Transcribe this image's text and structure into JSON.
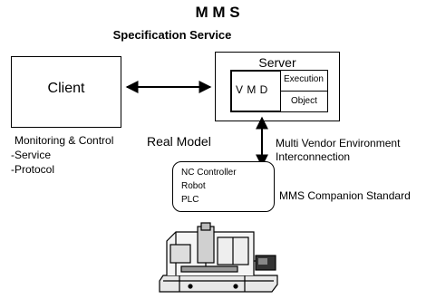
{
  "header": {
    "title": "M M S",
    "subtitle": "Specification Service"
  },
  "client": {
    "label": "Client",
    "caption_title": "Monitoring & Control",
    "caption_items": [
      "-Service",
      "-Protocol"
    ]
  },
  "server": {
    "label": "Server",
    "vmd_label": "V M D",
    "execution_label": "Execution",
    "object_label": "Object"
  },
  "real_model": {
    "label": "Real Model",
    "devices": [
      "NC Controller",
      "Robot",
      "PLC"
    ]
  },
  "annotations": {
    "multi_vendor_line1": "Multi Vendor Environment",
    "multi_vendor_line2": "Interconnection",
    "companion_standard": "MMS Companion Standard"
  },
  "icons": {
    "machine": "cnc-machine-illustration"
  }
}
